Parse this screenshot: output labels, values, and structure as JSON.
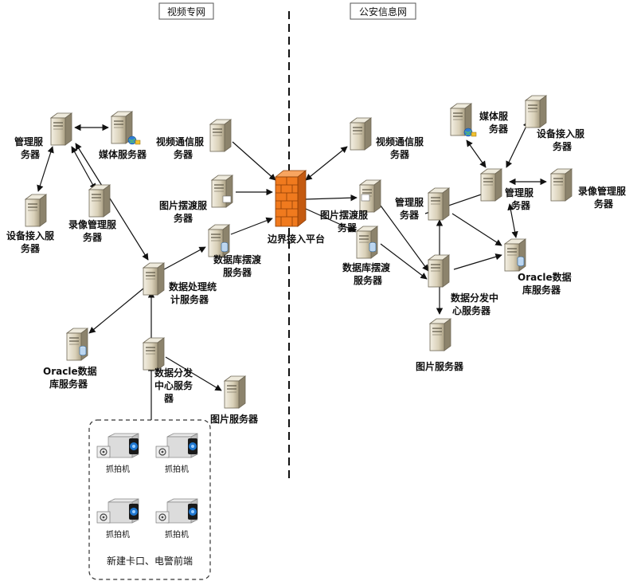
{
  "zones": {
    "left_title": "视频专网",
    "right_title": "公安信息网"
  },
  "firewall_label": "边界接入平台",
  "left_nodes": {
    "mgmt": [
      "管理服",
      "务器"
    ],
    "media": [
      "媒体服务器"
    ],
    "device_access": [
      "设备接入服",
      "务器"
    ],
    "record_mgmt": [
      "录像管理服",
      "务器"
    ],
    "video_comm": [
      "视频通信服",
      "务器"
    ],
    "image_ferry": [
      "图片摆渡服",
      "务器"
    ],
    "db_ferry": [
      "数据库摆渡",
      "服务器"
    ],
    "data_proc": [
      "数据处理统",
      "计服务器"
    ],
    "oracle": [
      "Oracle数据",
      "库服务器"
    ],
    "data_dist": [
      "数据分发",
      "中心服务",
      "器"
    ],
    "image_server": [
      "图片服务器"
    ]
  },
  "right_nodes": {
    "video_comm": [
      "视频通信服",
      "务器"
    ],
    "image_ferry": [
      "图片摆渡服",
      "务器"
    ],
    "db_ferry": [
      "数据库摆渡",
      "服务器"
    ],
    "mgmt_mid": [
      "管理服",
      "务器"
    ],
    "media": [
      "媒体服",
      "务器"
    ],
    "device_access": [
      "设备接入服",
      "务器"
    ],
    "mgmt_top": [
      "管理服",
      "务器"
    ],
    "record_mgmt": [
      "录像管理服",
      "务器"
    ],
    "oracle": [
      "Oracle数据",
      "库服务器"
    ],
    "data_dist": [
      "数据分发中",
      "心服务器"
    ],
    "image_server": [
      "图片服务器"
    ]
  },
  "front_end": {
    "cameras": [
      "抓拍机",
      "抓拍机",
      "抓拍机",
      "抓拍机"
    ],
    "label": "新建卡口、电警前端"
  },
  "icons": {
    "server": "server-tower-icon",
    "db_server": "database-server-icon",
    "media_server": "media-server-icon",
    "firewall": "firewall-brick-icon",
    "camera": "camera-icon"
  },
  "colors": {
    "server_body": "#d9d0b8",
    "server_dark": "#7d7460",
    "firewall": "#f07a1e",
    "db_cylinder": "#bcd6f0"
  }
}
